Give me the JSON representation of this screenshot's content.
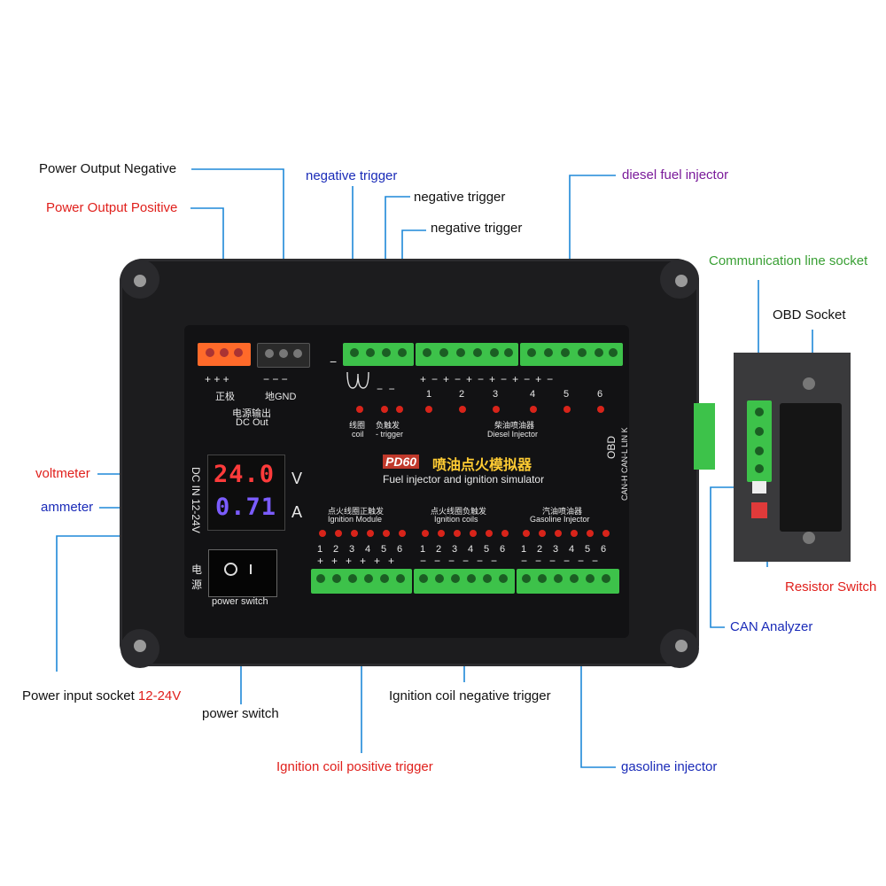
{
  "callouts": {
    "power_output_negative": "Power Output Negative",
    "power_output_positive": "Power Output Positive",
    "negative_trigger_1": "negative trigger",
    "negative_trigger_2": "negative trigger",
    "negative_trigger_3": "negative trigger",
    "diesel_fuel_injector": "diesel fuel injector",
    "communication_line_socket": "Communication line socket",
    "obd_socket": "OBD Socket",
    "voltmeter": "voltmeter",
    "ammeter": "ammeter",
    "resistor_switch": "Resistor Switch",
    "can_analyzer": "CAN Analyzer",
    "power_input_socket": "Power input socket",
    "power_input_voltage": "12-24V",
    "power_switch": "power switch",
    "ignition_coil_negative_trigger": "Ignition coil negative trigger",
    "ignition_coil_positive_trigger": "Ignition coil positive trigger",
    "gasoline_injector": "gasoline injector"
  },
  "device": {
    "dc_out_cn": "电源输出",
    "dc_out_en": "DC Out",
    "positive_cn": "正极",
    "gnd_cn": "地GND",
    "coil_cn": "线圈",
    "coil_en": "coil",
    "neg_trigger_cn": "负触发",
    "neg_trigger_en": "- trigger",
    "diesel_cn": "柴油喷油器",
    "diesel_en": "Diesel Injector",
    "brand_badge": "PD60",
    "title_cn": "喷油点火模拟器",
    "title_en": "Fuel injector and ignition simulator",
    "obd_label": "OBD",
    "can_labels": "CAN-H CAN-L LIN K",
    "voltage_reading": "24.0",
    "voltage_unit": "V",
    "current_reading": "0.71",
    "current_unit": "A",
    "dc_in": "DC IN 12-24V",
    "power_cn": "电源",
    "power_switch_label": "power switch",
    "ignition_module_cn": "点火线圈正触发",
    "ignition_module_en": "Ignition Module",
    "ignition_coils_cn": "点火线圈负触发",
    "ignition_coils_en": "Ignition coils",
    "gasoline_cn": "汽油喷油器",
    "gasoline_en": "Gasoline Injector",
    "channel_numbers": [
      "1",
      "2",
      "3",
      "4",
      "5",
      "6"
    ]
  },
  "colors": {
    "callout_black": "#111111",
    "callout_red": "#e0201c",
    "callout_blue": "#1a2bb8",
    "callout_purple": "#7a1a9a",
    "callout_green": "#3aa035",
    "leader_line": "#1e88d8",
    "terminal_green": "#3dc24a",
    "terminal_orange": "#ff6a2a",
    "voltage_digits": "#ff3b3b",
    "current_digits": "#7b5cff"
  }
}
